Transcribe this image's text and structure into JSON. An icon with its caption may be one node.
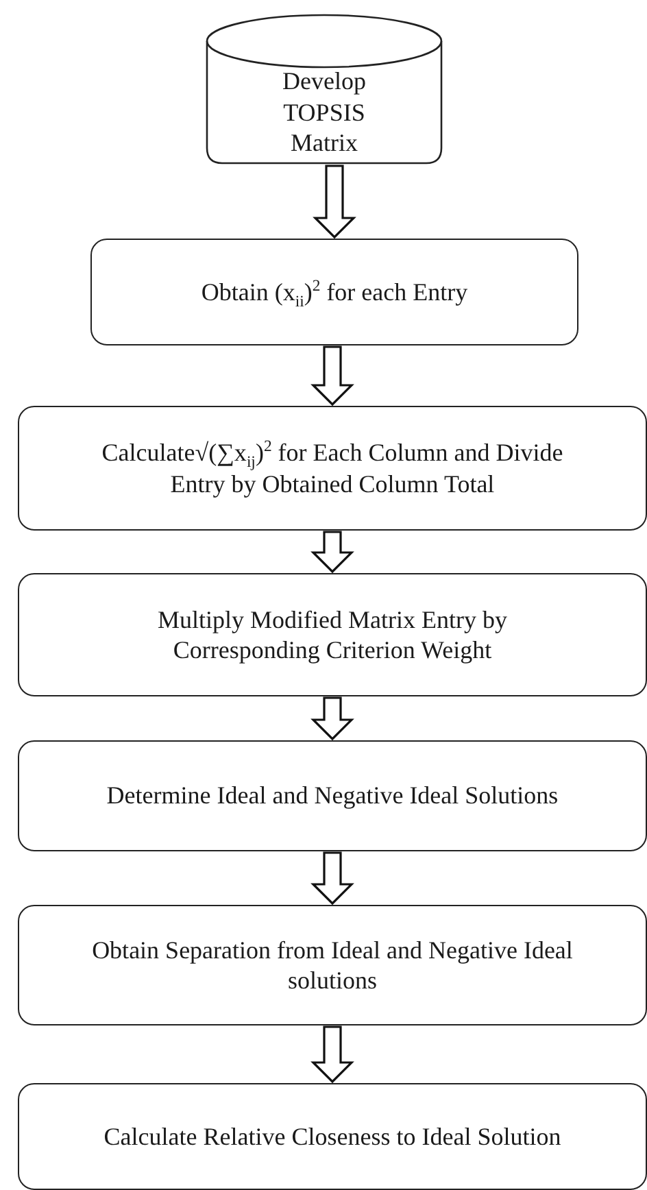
{
  "diagram": {
    "nodes": [
      {
        "text": [
          "Develop TOPSIS Matrix"
        ]
      },
      {
        "text": [
          "Obtain (x$_{ii}$)$^{2}$ for each Entry"
        ]
      },
      {
        "text": [
          "Calculate√(∑x$_{ij}$)$^{2}$ for Each Column and Divide Entry by Obtained Column Total"
        ]
      },
      {
        "text": [
          "Multiply Modified Matrix Entry by Corresponding Criterion Weight"
        ]
      },
      {
        "text": [
          "Determine Ideal and Negative Ideal Solutions"
        ]
      },
      {
        "text": [
          "Obtain Separation from Ideal and Negative Ideal solutions"
        ]
      },
      {
        "text": [
          "Calculate Relative Closeness to Ideal Solution"
        ]
      }
    ],
    "edges": [
      {
        "from": 0,
        "to": 1,
        "arrow": "to"
      },
      {
        "from": 1,
        "to": 2,
        "arrow": "to"
      },
      {
        "from": 2,
        "to": 3,
        "arrow": "to"
      },
      {
        "from": 3,
        "to": 4,
        "arrow": "to"
      },
      {
        "from": 4,
        "to": 5,
        "arrow": "to"
      },
      {
        "from": 5,
        "to": 6,
        "arrow": "to"
      }
    ]
  }
}
